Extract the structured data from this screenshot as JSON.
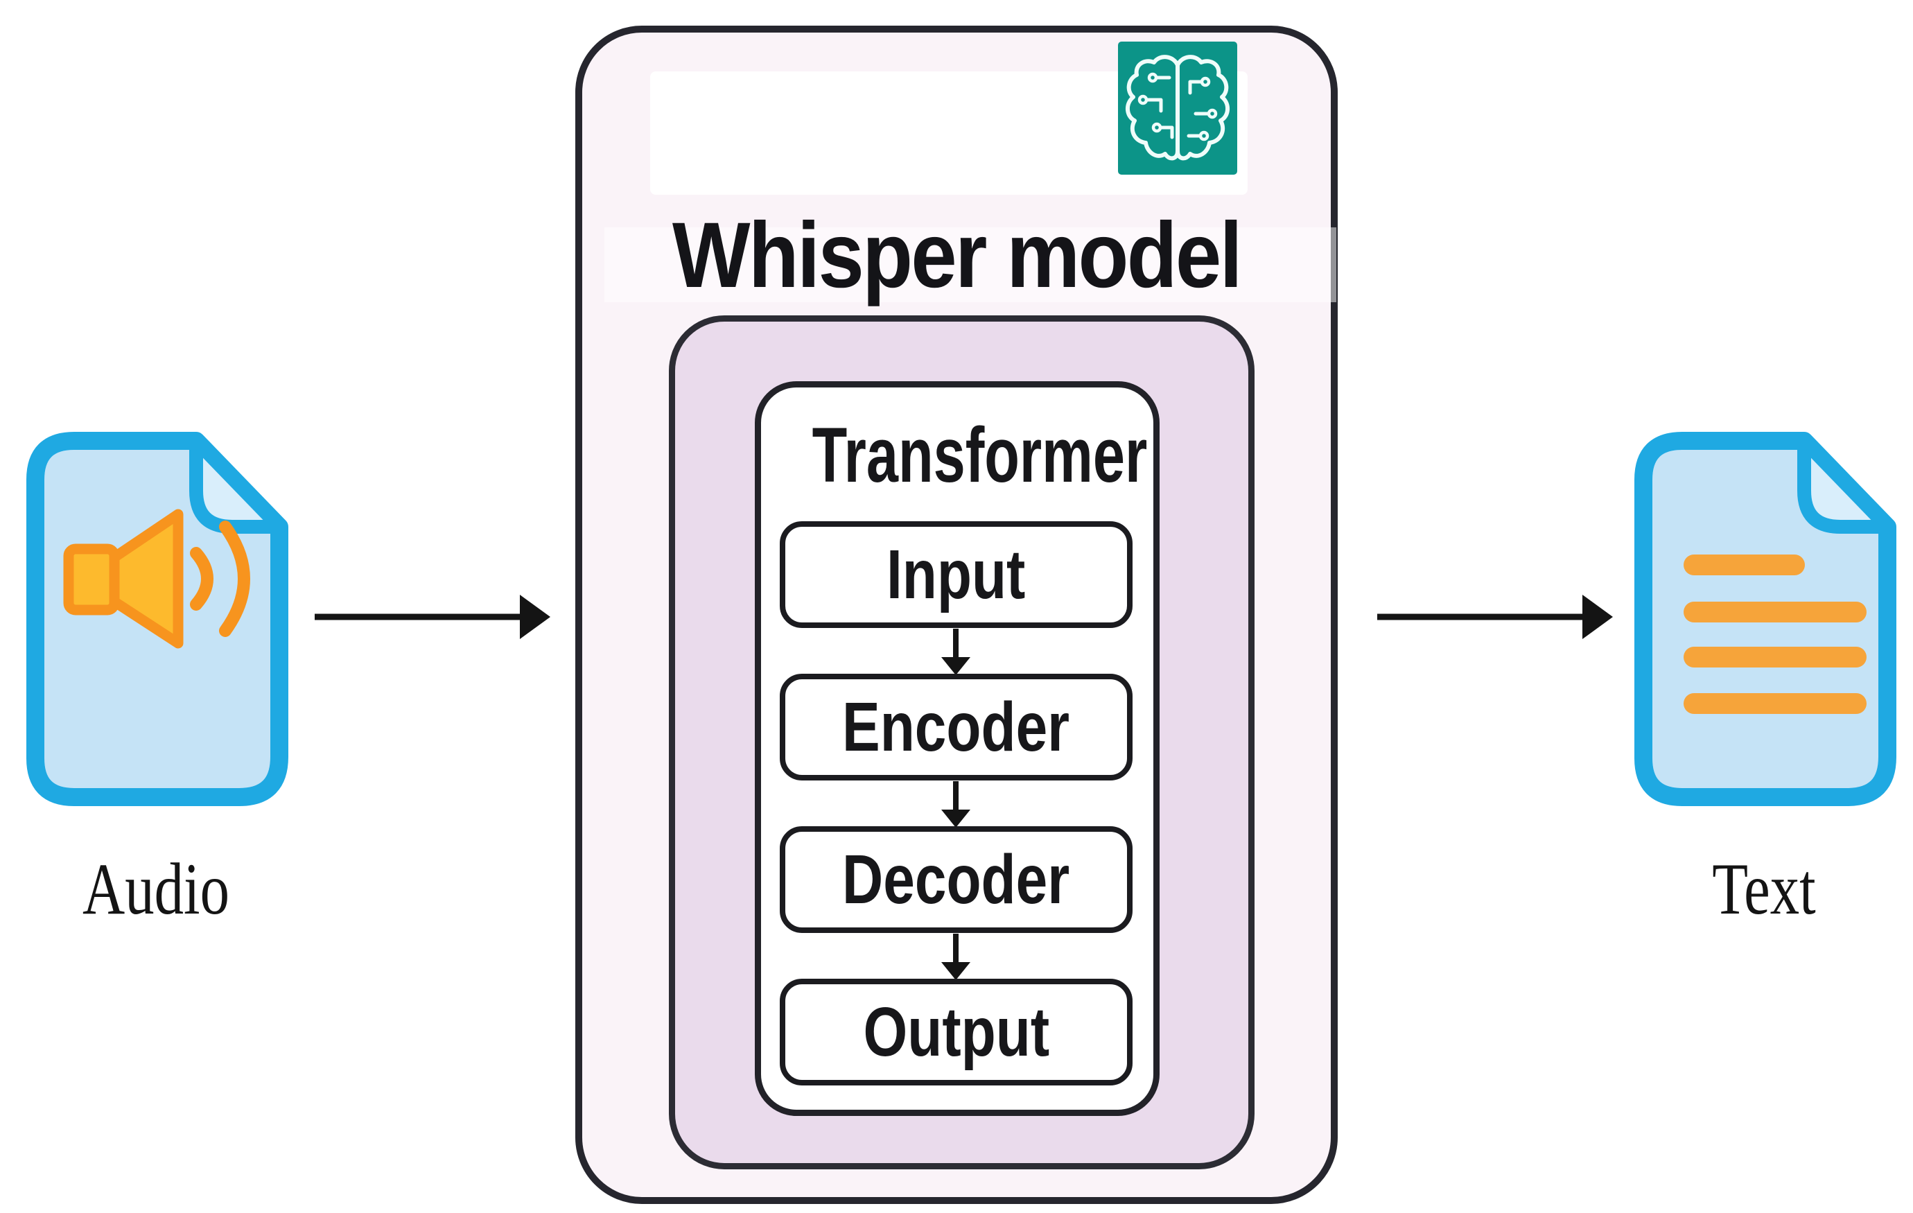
{
  "figure": {
    "source_node": {
      "label": "Audio",
      "icon": "audio-file-icon"
    },
    "target_node": {
      "label": "Text",
      "icon": "text-file-icon"
    },
    "model": {
      "name": "Whisper model",
      "badge_icon": "brain-circuit-icon",
      "transformer": {
        "title": "Transformer",
        "stages": [
          "Input",
          "Encoder",
          "Decoder",
          "Output"
        ]
      }
    },
    "flows": [
      {
        "from": "Audio",
        "to": "Whisper model"
      },
      {
        "from": "Whisper model",
        "to": "Text"
      }
    ],
    "colors": {
      "outer_box_fill": "#FAF3F8",
      "inner_box_fill": "#EADBEC",
      "stage_box_fill": "#FFFFFF",
      "box_border": "#26262E",
      "file_icon_border": "#1FA9E2",
      "file_icon_fill": "#C5E3F6",
      "file_icon_fold_fill": "#D9EEFB",
      "speaker_stroke_orange": "#F7941E",
      "speaker_fill_amber": "#FDBA2D",
      "text_line_orange": "#F6A43A",
      "brain_badge_teal": "#0C9488",
      "arrow_black": "#141414",
      "label_black": "#141414"
    }
  }
}
